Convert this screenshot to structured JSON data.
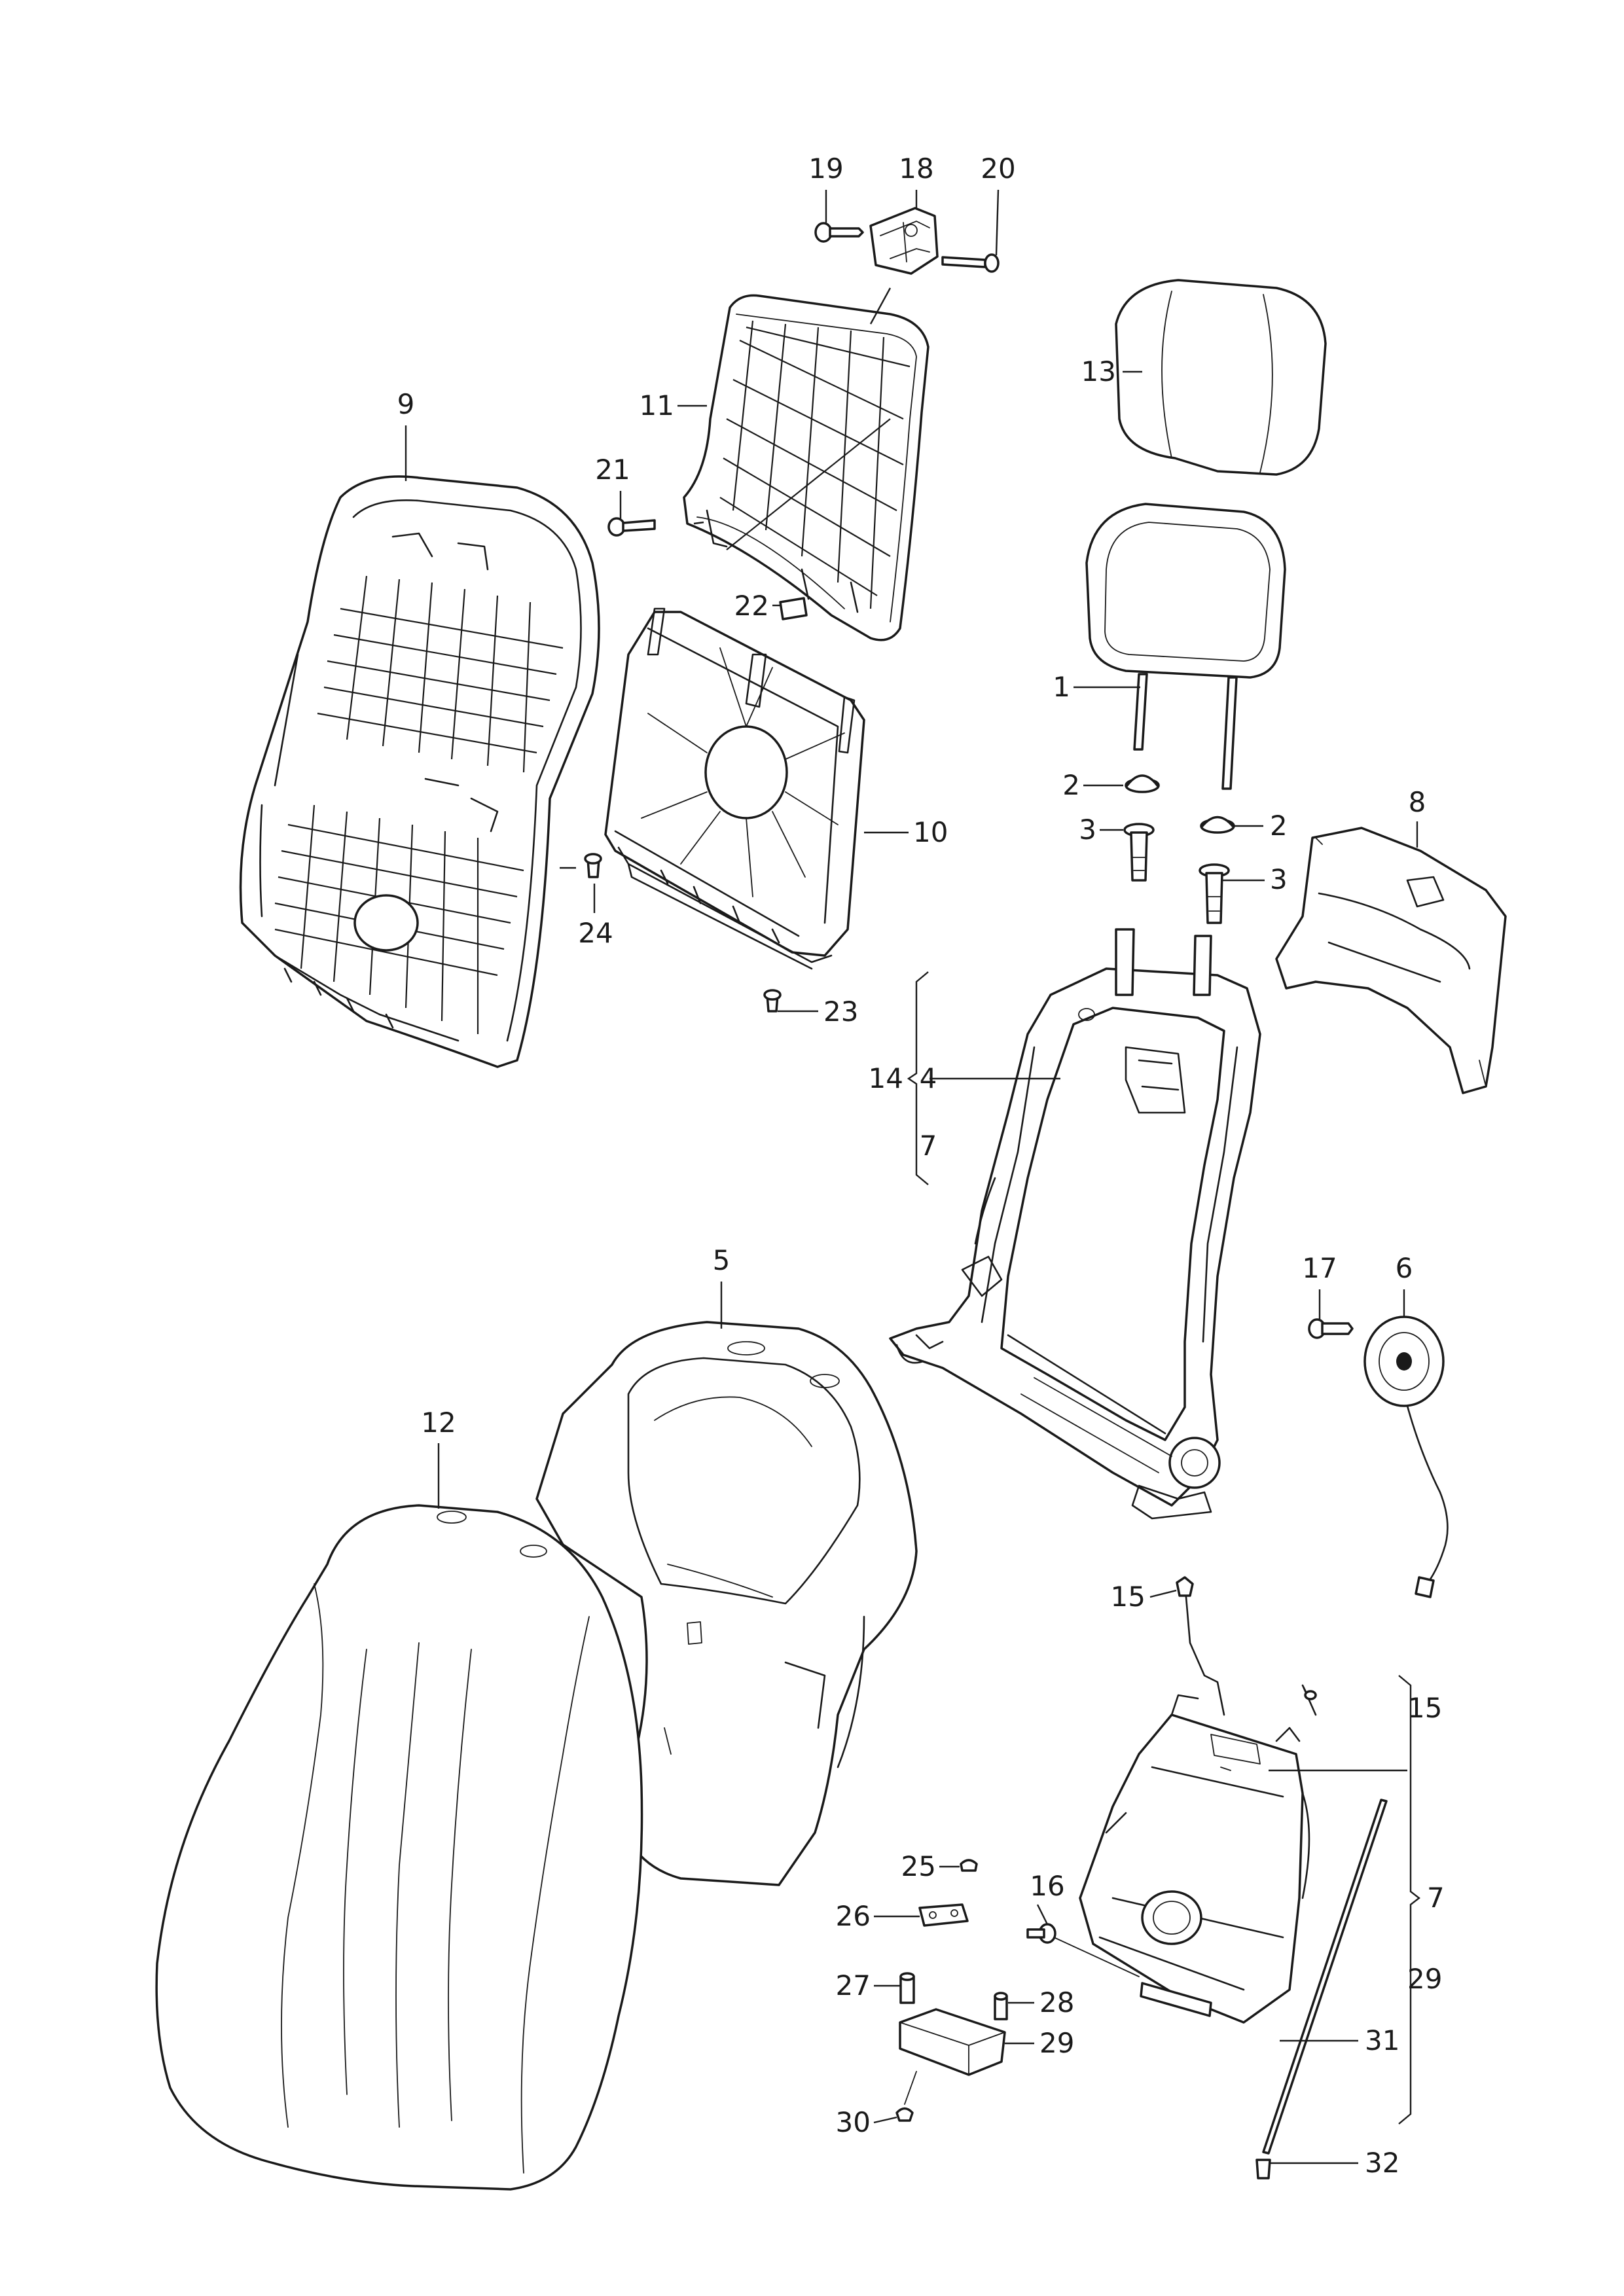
{
  "callouts": {
    "c1": "1",
    "c2a": "2",
    "c2b": "2",
    "c3a": "3",
    "c3b": "3",
    "c4": "4",
    "c5": "5",
    "c6": "6",
    "c7a": "7",
    "c7b": "7",
    "c8": "8",
    "c9": "9",
    "c10": "10",
    "c11": "11",
    "c12": "12",
    "c13": "13",
    "c14": "14",
    "c15a": "15",
    "c15b": "15",
    "c16": "16",
    "c17": "17",
    "c18": "18",
    "c19": "19",
    "c20": "20",
    "c21": "21",
    "c22": "22",
    "c23": "23",
    "c24": "24",
    "c25": "25",
    "c26": "26",
    "c27": "27",
    "c28": "28",
    "c29a": "29",
    "c29b": "29",
    "c30": "30",
    "c31": "31",
    "c32": "32"
  },
  "colors": {
    "line": "#1a1a1a",
    "background": "#ffffff"
  }
}
